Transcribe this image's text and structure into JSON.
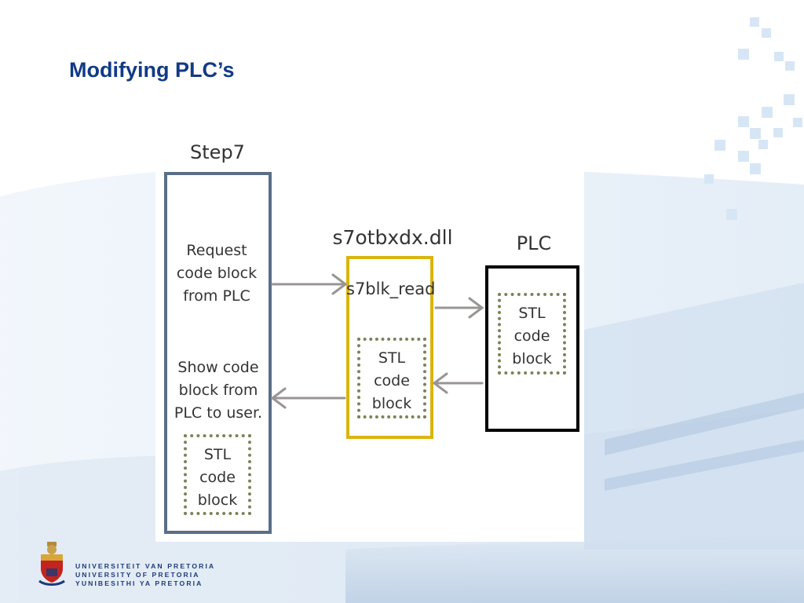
{
  "slide": {
    "title": "Modifying PLC’s"
  },
  "diagram": {
    "step7": {
      "title": "Step7",
      "request_text": "Request code block from PLC",
      "show_text": "Show code block from PLC to user.",
      "stl_text": "STL code block"
    },
    "dll": {
      "title": "s7otbxdx.dll",
      "function": "s7blk_read",
      "stl_text": "STL code block"
    },
    "plc": {
      "title": "PLC",
      "stl_text": "STL code block"
    }
  },
  "logo": {
    "line1": "UNIVERSITEIT VAN PRETORIA",
    "line2": "UNIVERSITY OF PRETORIA",
    "line3": "YUNIBESITHI YA PRETORIA"
  },
  "colors": {
    "title": "#123a86",
    "step7_border": "#5a6e87",
    "dll_border": "#d9b50e",
    "plc_border": "#000000",
    "arrow": "#9a9494",
    "stl_border": "#7d8259"
  }
}
